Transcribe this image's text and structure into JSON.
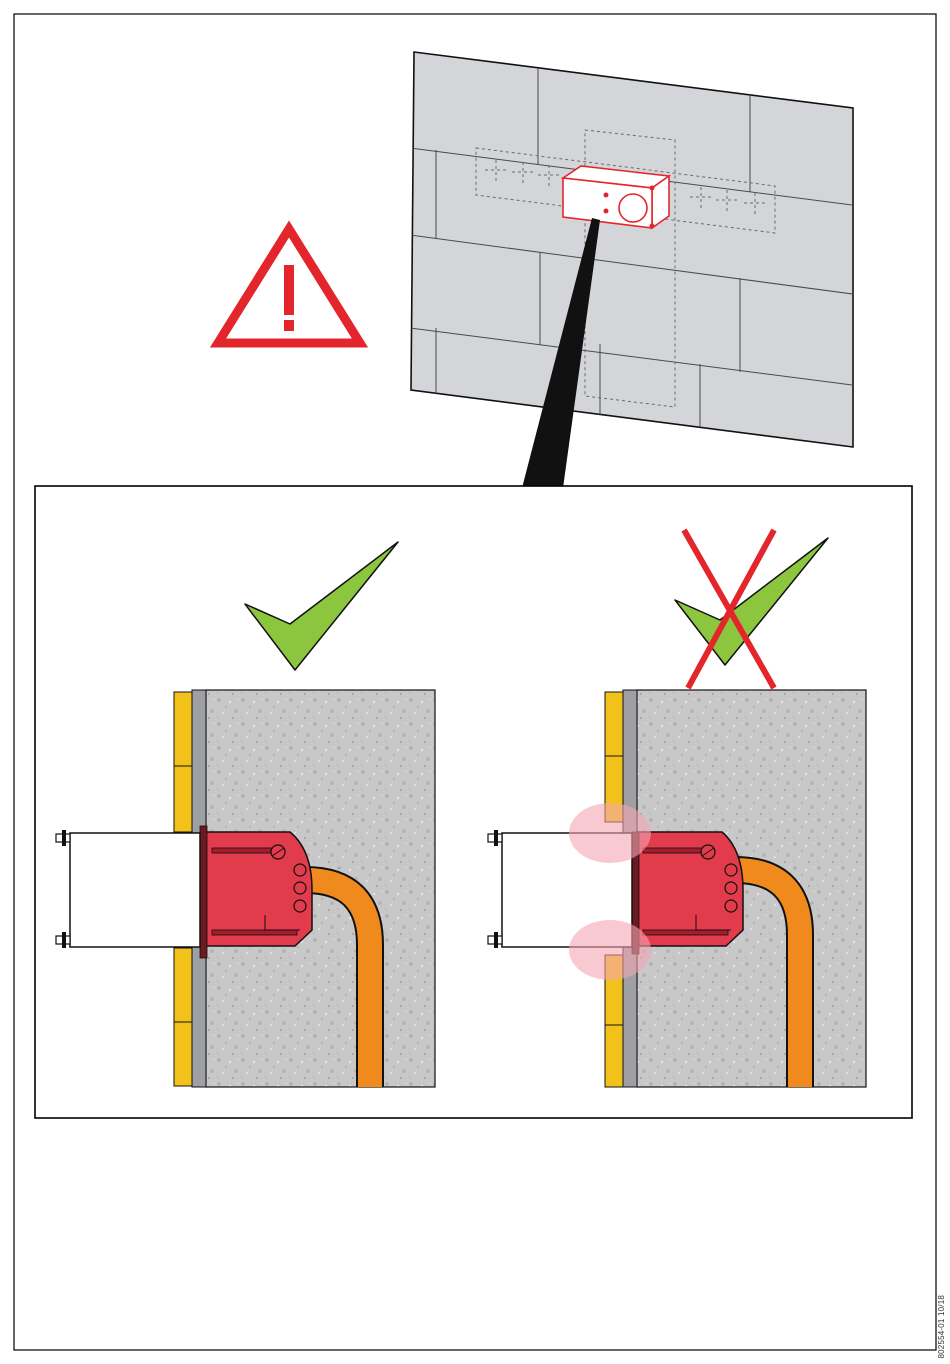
{
  "document": {
    "code": "802554-01 10/18"
  },
  "colors": {
    "warning_red": "#e3262c",
    "check_green": "#8cc63f",
    "box_red": "#e23b4c",
    "cable_orange": "#f08a1c",
    "plaster_yellow": "#f2c21a",
    "wall_gray": "#d3d5d8",
    "concrete_gray": "#c9c9c9",
    "highlight_pink": "#f3a5b0"
  },
  "icons": {
    "warning": "warning-triangle-icon",
    "correct": "checkmark-icon",
    "incorrect": "crossed-checkmark-icon"
  },
  "panels": [
    {
      "name": "correct-installation",
      "verdict": "correct"
    },
    {
      "name": "incorrect-installation",
      "verdict": "incorrect"
    }
  ]
}
